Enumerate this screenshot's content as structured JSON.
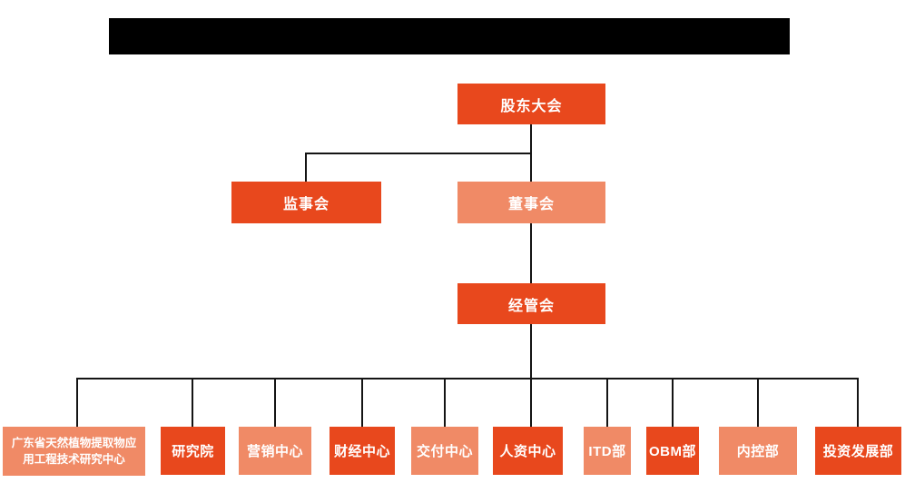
{
  "colors": {
    "box_dark": "#e8481d",
    "box_light": "#f08a66",
    "line": "#141414",
    "redaction": "#000000",
    "label_text": "#ffffff",
    "background": "#ffffff"
  },
  "org": {
    "title_redacted": "",
    "root": {
      "label": "股东大会"
    },
    "level2": [
      {
        "label": "监事会"
      },
      {
        "label": "董事会"
      }
    ],
    "level3": {
      "label": "经管会"
    },
    "departments": [
      {
        "label": "广东省天然植物提取物应用工程技术研究中心"
      },
      {
        "label": "研究院"
      },
      {
        "label": "营销中心"
      },
      {
        "label": "财经中心"
      },
      {
        "label": "交付中心"
      },
      {
        "label": "人资中心"
      },
      {
        "label": "ITD部"
      },
      {
        "label": "OBM部"
      },
      {
        "label": "内控部"
      },
      {
        "label": "投资发展部"
      }
    ]
  }
}
